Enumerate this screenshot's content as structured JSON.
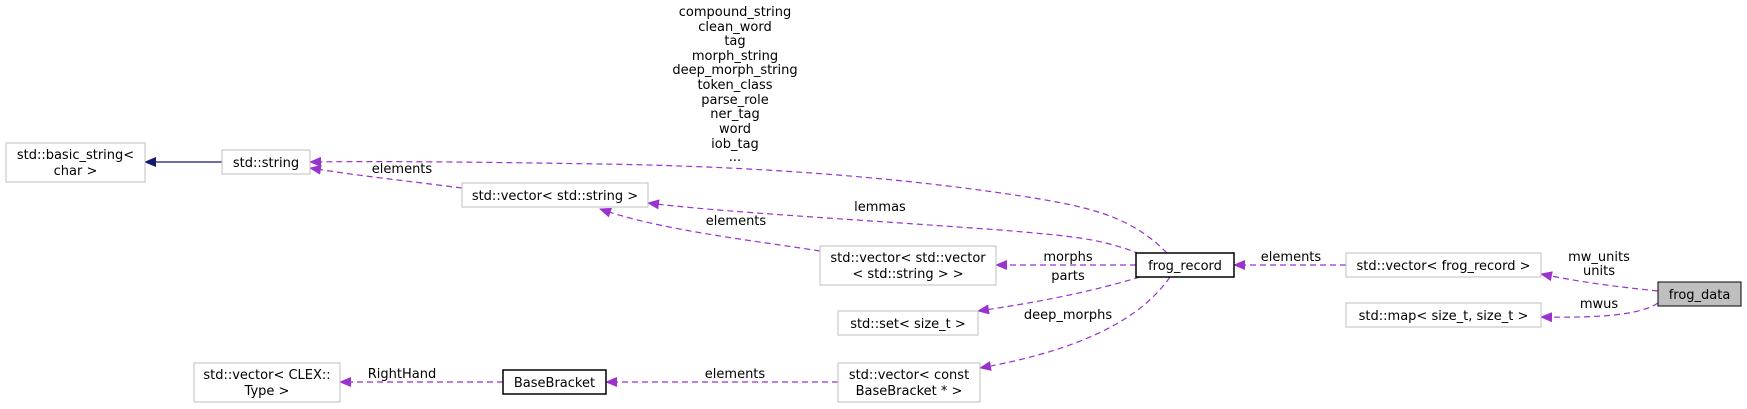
{
  "nodes": {
    "frog_data": {
      "label": "frog_data"
    },
    "vector_frog_record": {
      "label": "std::vector< frog_record >"
    },
    "map_size_t": {
      "label": "std::map< size_t, size_t >"
    },
    "frog_record": {
      "label": "frog_record"
    },
    "vector_string": {
      "label": "std::vector< std::string >"
    },
    "std_string": {
      "label": "std::string"
    },
    "basic_string": {
      "line1": "std::basic_string<",
      "line2": "char >"
    },
    "vector_vector_string": {
      "line1": "std::vector< std::vector",
      "line2": "< std::string > >"
    },
    "set_size_t": {
      "label": "std::set< size_t >"
    },
    "vector_const_basebracket": {
      "line1": "std::vector< const",
      "line2": "BaseBracket * >"
    },
    "basebracket": {
      "label": "BaseBracket"
    },
    "vector_clex_type": {
      "line1": "std::vector< CLEX::",
      "line2": "Type >"
    }
  },
  "edge_labels": {
    "mw_units": "mw_units",
    "units": "units",
    "mwus": "mwus",
    "record_elements": "elements",
    "lemmas": "lemmas",
    "morphs": "morphs",
    "parts": "parts",
    "deep_morphs": "deep_morphs",
    "vvs_elements": "elements",
    "vs_elements": "elements",
    "bb_elements": "elements",
    "righthand": "RightHand",
    "string_members": [
      "compound_string",
      "clean_word",
      "tag",
      "morph_string",
      "deep_morph_string",
      "token_class",
      "parse_role",
      "ner_tag",
      "word",
      "iob_tag",
      "..."
    ]
  },
  "colors": {
    "dependency_edge": "#9a32cd",
    "inheritance_edge": "#191970",
    "node_border": "#bfbfbf",
    "focus_fill": "#bfbfbf"
  }
}
